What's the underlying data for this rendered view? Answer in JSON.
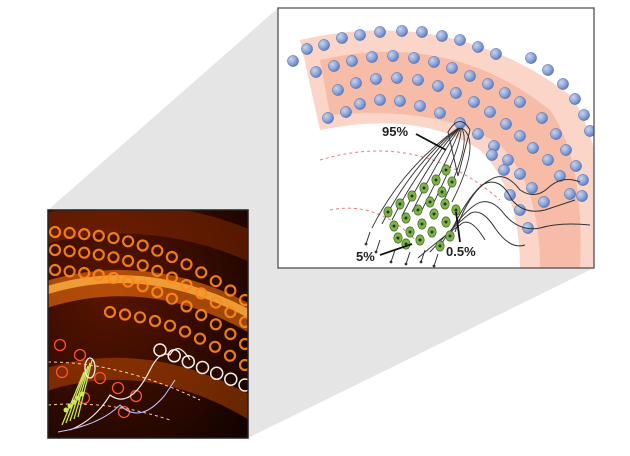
{
  "labels": {
    "top": "95%",
    "bottom_left": "5%",
    "bottom_right": "0.5%"
  },
  "colors": {
    "cell_blue": "#8da6d8",
    "cell_blue_dark": "#4f6fb0",
    "glow_pink": "#f6b39a",
    "neuron_green": "#7fb347",
    "axon_dark": "#333333",
    "micro_bg": "#1a0500",
    "micro_orange": "#ff8a1a",
    "overlay_white": "#f4f0e8",
    "overlay_green": "#c8e85a",
    "zoom_wedge": "#e6e6e6",
    "dashed_red": "#e85a5a"
  }
}
